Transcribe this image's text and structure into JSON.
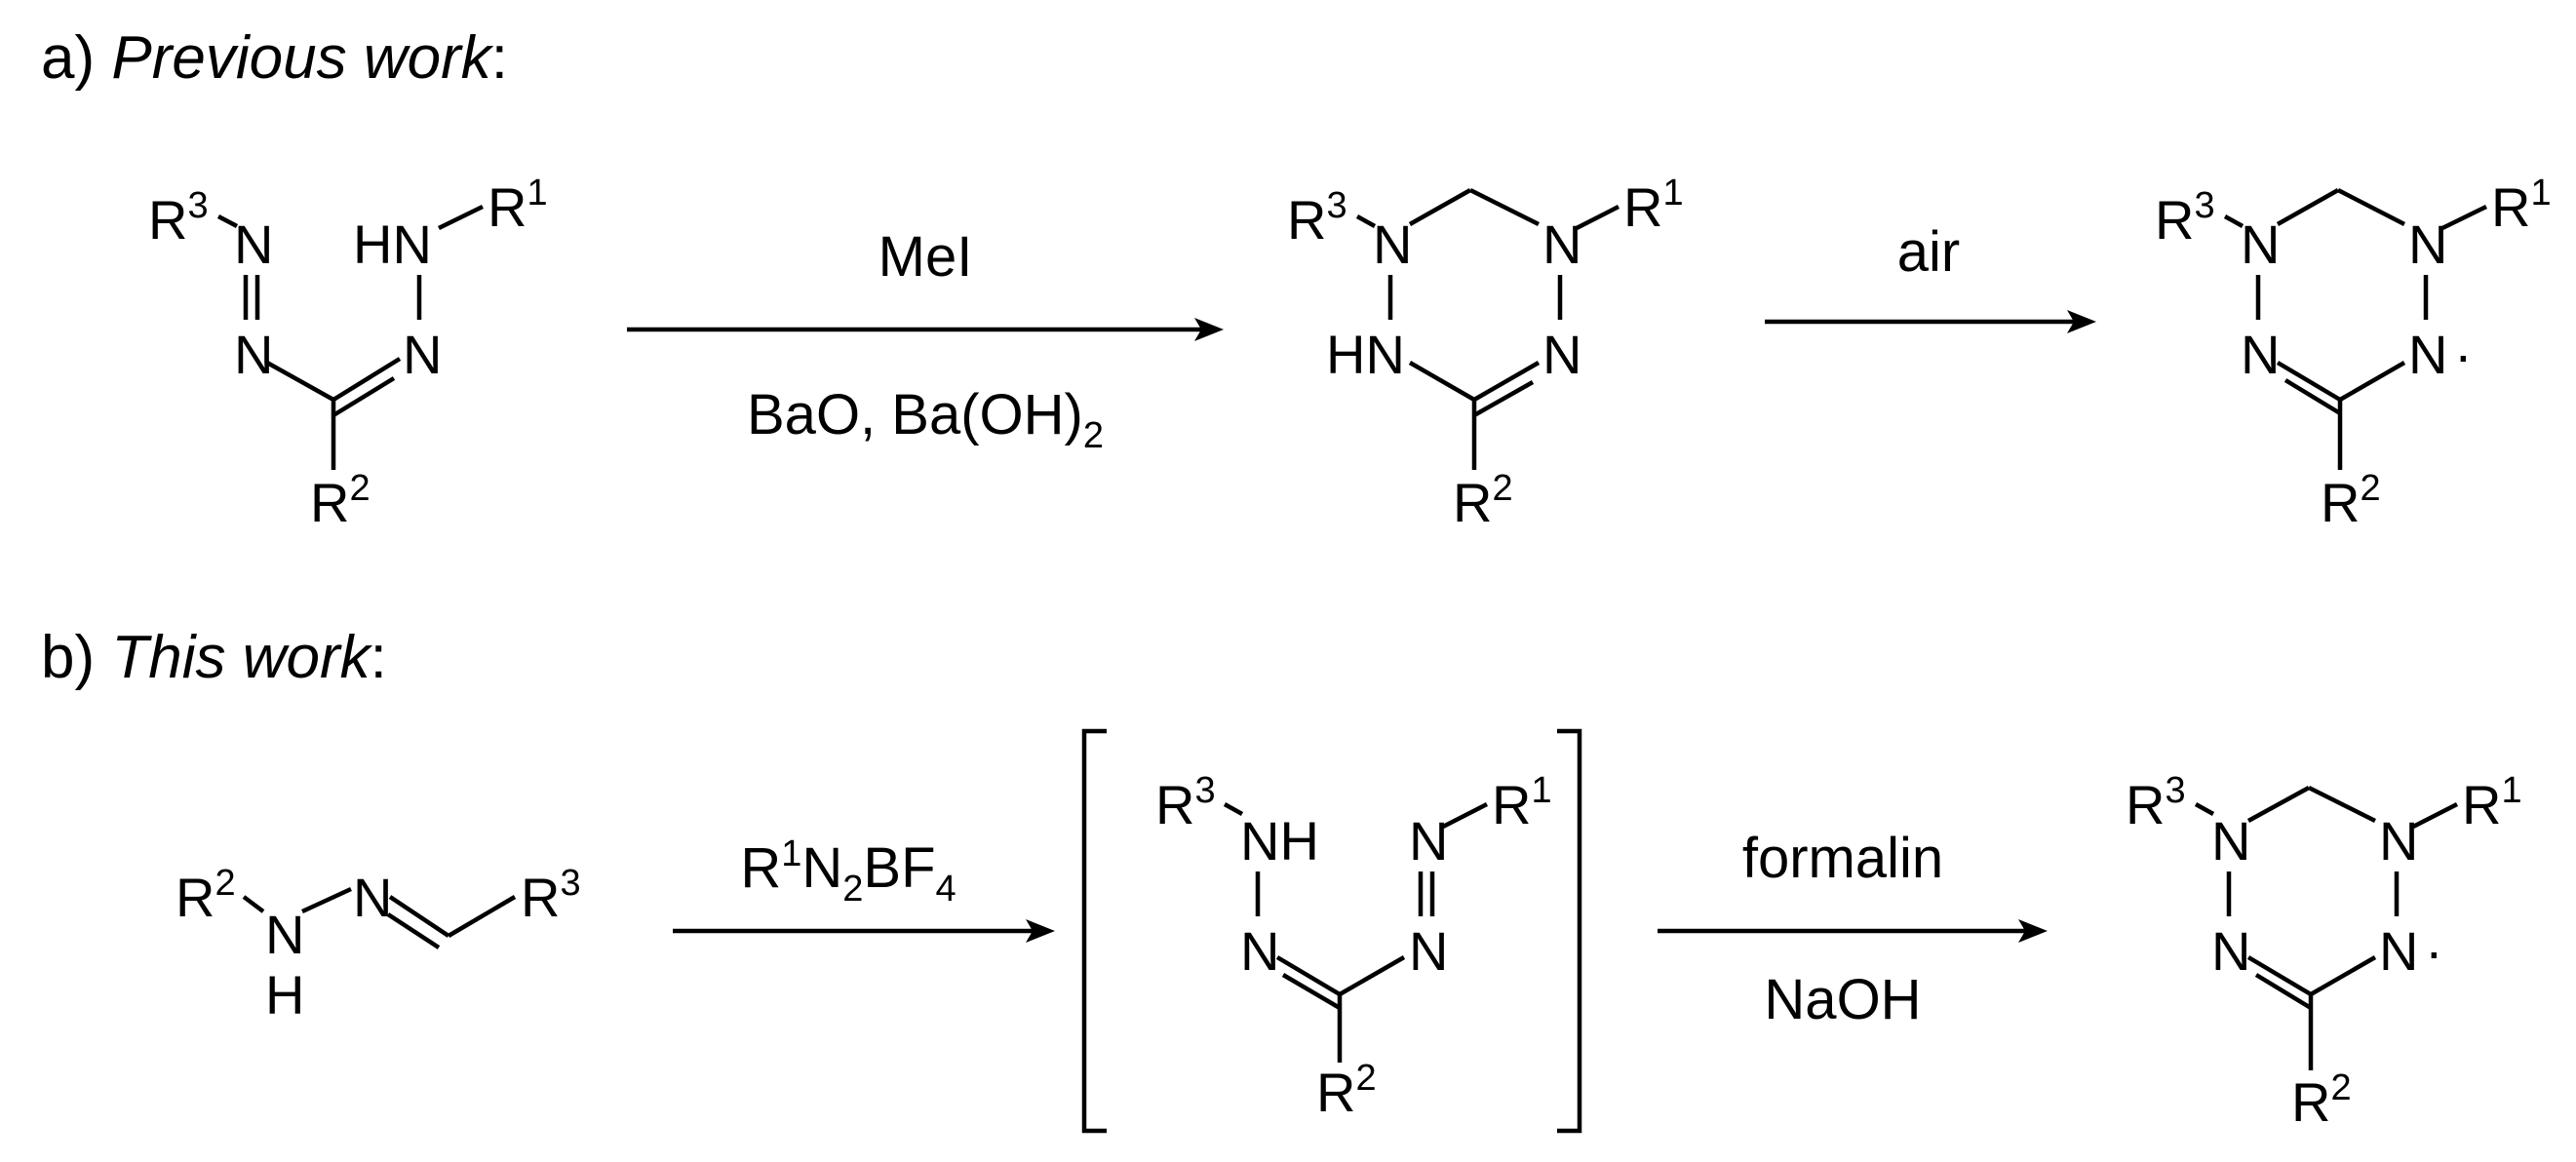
{
  "section_a": {
    "label": "a)",
    "title": "Previous work",
    "colon": ":"
  },
  "section_b": {
    "label": "b)",
    "title": "This work",
    "colon": ":"
  },
  "reagents": {
    "a_step1_top": "MeI",
    "a_step1_bottom_1": "BaO, Ba(OH)",
    "a_step1_bottom_sub": "2",
    "a_step2_top": "air",
    "b_step1_r": "R",
    "b_step1_r_sup": "1",
    "b_step1_n": "N",
    "b_step1_n_sub": "2",
    "b_step1_bf": "BF",
    "b_step1_bf_sub": "4",
    "b_step2_top": "formalin",
    "b_step2_bottom": "NaOH"
  },
  "atoms": {
    "R": "R",
    "N": "N",
    "HN": "HN",
    "NH": "NH",
    "H": "H",
    "radical_dot": "·",
    "sup1": "1",
    "sup2": "2",
    "sup3": "3"
  }
}
